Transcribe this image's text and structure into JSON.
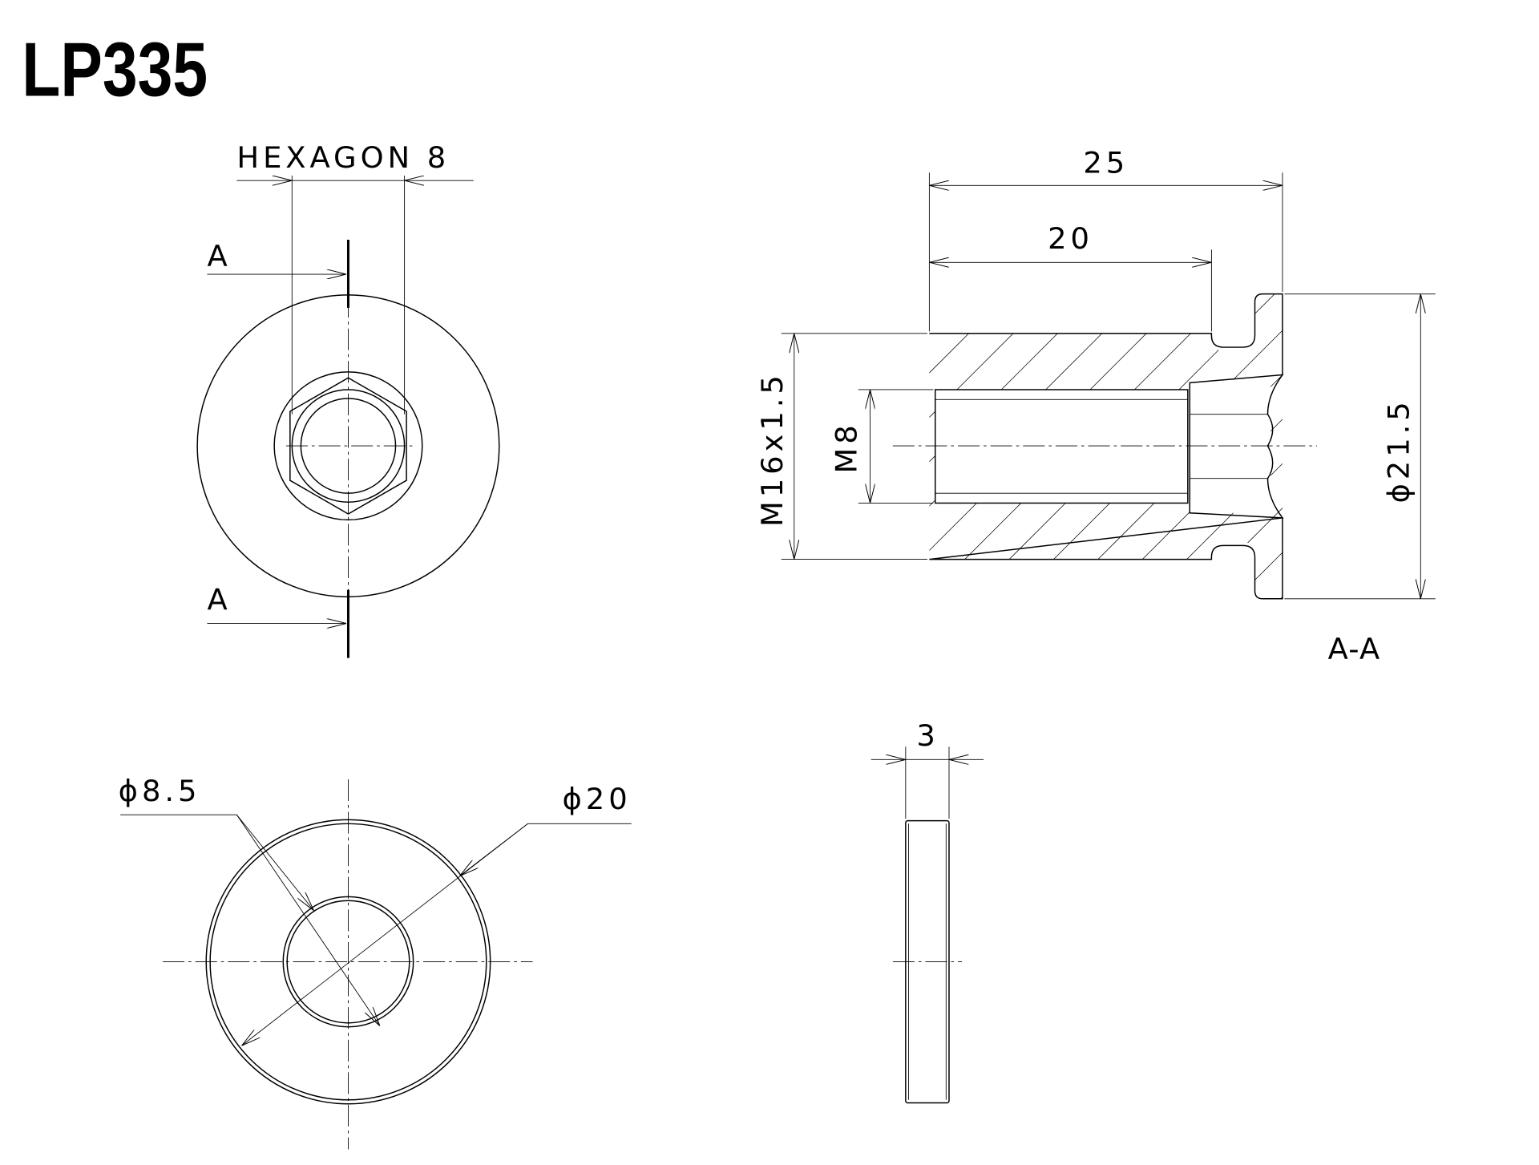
{
  "title": "LP335",
  "labels": {
    "hexagon": "HEXAGON 8",
    "section_mark_top": "A",
    "section_mark_bottom": "A",
    "section_title": "A-A",
    "dim_25": "25",
    "dim_20": "20",
    "dim_m16": "M16x1.5",
    "dim_m8": "M8",
    "dim_d215": "ϕ21.5",
    "dim_d85": "ϕ8.5",
    "dim_d20": "ϕ20",
    "dim_3": "3"
  }
}
